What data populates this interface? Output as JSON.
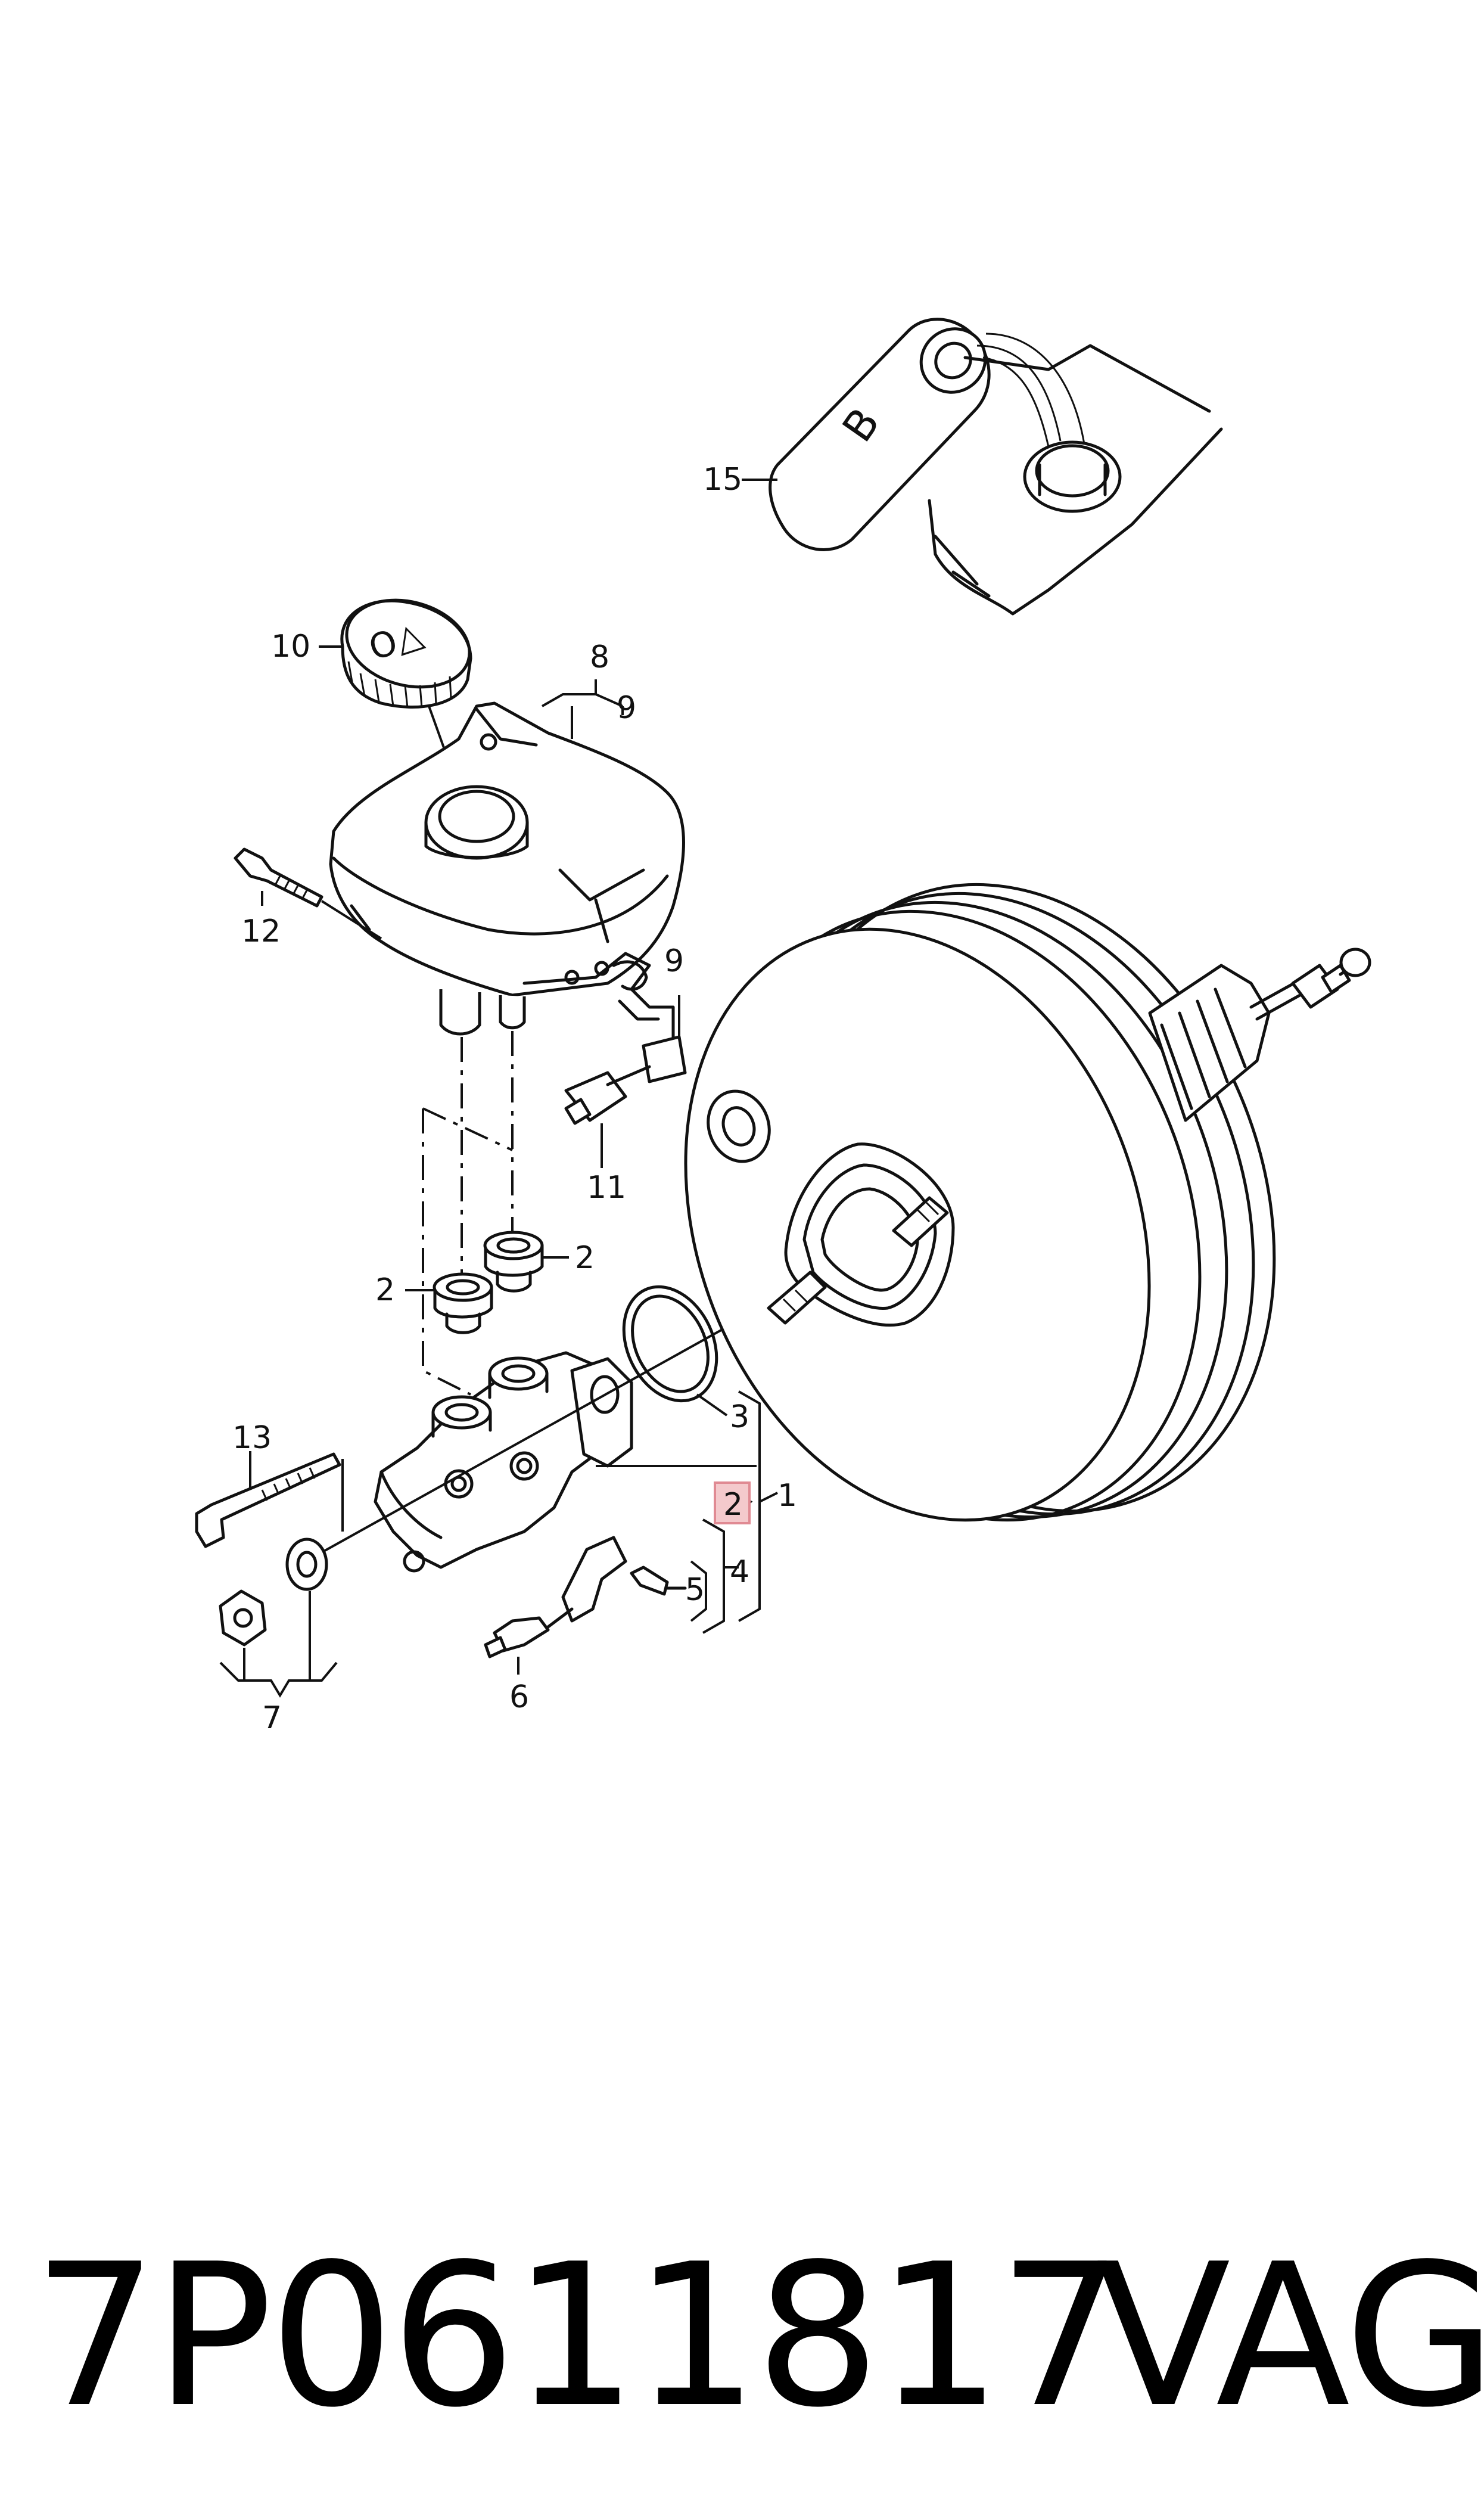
{
  "diagram": {
    "callouts": {
      "c1": "1",
      "c2_highlight": "2",
      "c2_left": "2",
      "c2_right": "2",
      "c3": "3",
      "c4": "4",
      "c5": "5",
      "c6": "6",
      "c7": "7",
      "c8": "8",
      "c9_top": "9",
      "c9_right": "9",
      "c10": "10",
      "c11": "11",
      "c12": "12",
      "c13": "13",
      "c15": "15"
    },
    "cap_marking": "O△",
    "bottle_marking": "B",
    "highlight_color": "#f4c9cc",
    "highlight_border": "#e08a93"
  },
  "caption": {
    "part_number": "7P0611817",
    "brand": "VAG"
  }
}
